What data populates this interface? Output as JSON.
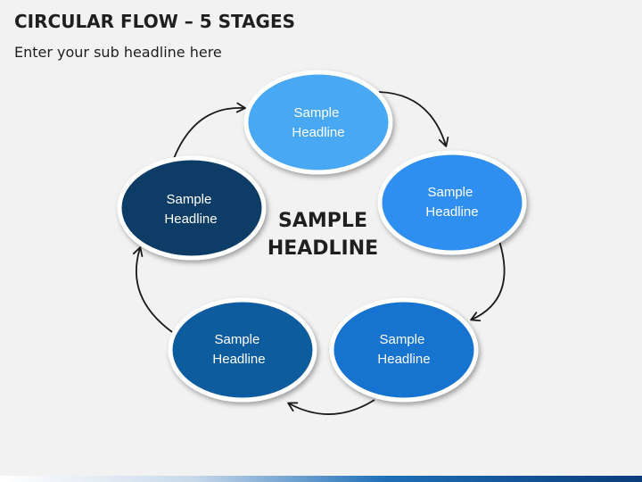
{
  "slide": {
    "title": "CIRCULAR FLOW – 5 STAGES",
    "subtitle": "Enter your sub headline here",
    "center_headline_line1": "SAMPLE",
    "center_headline_line2": "HEADLINE"
  },
  "stages": [
    {
      "line1": "Sample",
      "line2": "Headline",
      "color": "#4aa8f4"
    },
    {
      "line1": "Sample",
      "line2": "Headline",
      "color": "#2e8ff0"
    },
    {
      "line1": "Sample",
      "line2": "Headline",
      "color": "#1673cf"
    },
    {
      "line1": "Sample",
      "line2": "Headline",
      "color": "#0f5b9e"
    },
    {
      "line1": "Sample",
      "line2": "Headline",
      "color": "#0c3d66"
    }
  ],
  "colors": {
    "background": "#f2f2f2",
    "arrow": "#1a1a1a",
    "ellipse_border": "#ffffff"
  }
}
